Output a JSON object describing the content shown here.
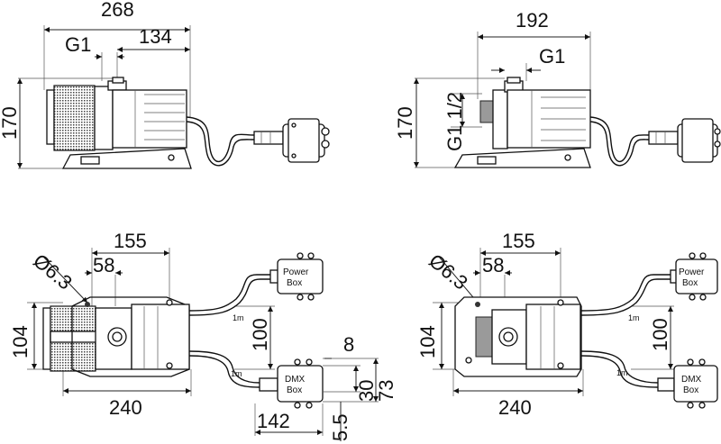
{
  "views": {
    "top_left": {
      "dims": {
        "length": "268",
        "inlet": "G1",
        "outlet_offset": "134",
        "height": "170"
      }
    },
    "top_right": {
      "dims": {
        "width": "192",
        "outlet": "G1",
        "height": "170",
        "inlet": "G1 1/2"
      }
    },
    "bottom_left": {
      "dims": {
        "span": "155",
        "hole": "Ø6.3",
        "hole_offset": "58",
        "width": "104",
        "length": "240",
        "box_spacing": "100",
        "box_gap": "8",
        "box_height_a": "30",
        "box_height_b": "73",
        "box_length": "142",
        "box_base": "5.5"
      },
      "cable_power": "1m",
      "cable_dmx": "1m",
      "power_box": [
        "Power",
        "Box"
      ],
      "dmx_box": [
        "DMX",
        "Box"
      ]
    },
    "bottom_right": {
      "dims": {
        "span": "155",
        "hole": "Ø6.3",
        "hole_offset": "58",
        "width": "104",
        "length": "240",
        "box_spacing": "100"
      },
      "cable_power": "1m",
      "cable_dmx": "1m",
      "power_box": [
        "Power",
        "Box"
      ],
      "dmx_box": [
        "DMX",
        "Box"
      ]
    }
  }
}
